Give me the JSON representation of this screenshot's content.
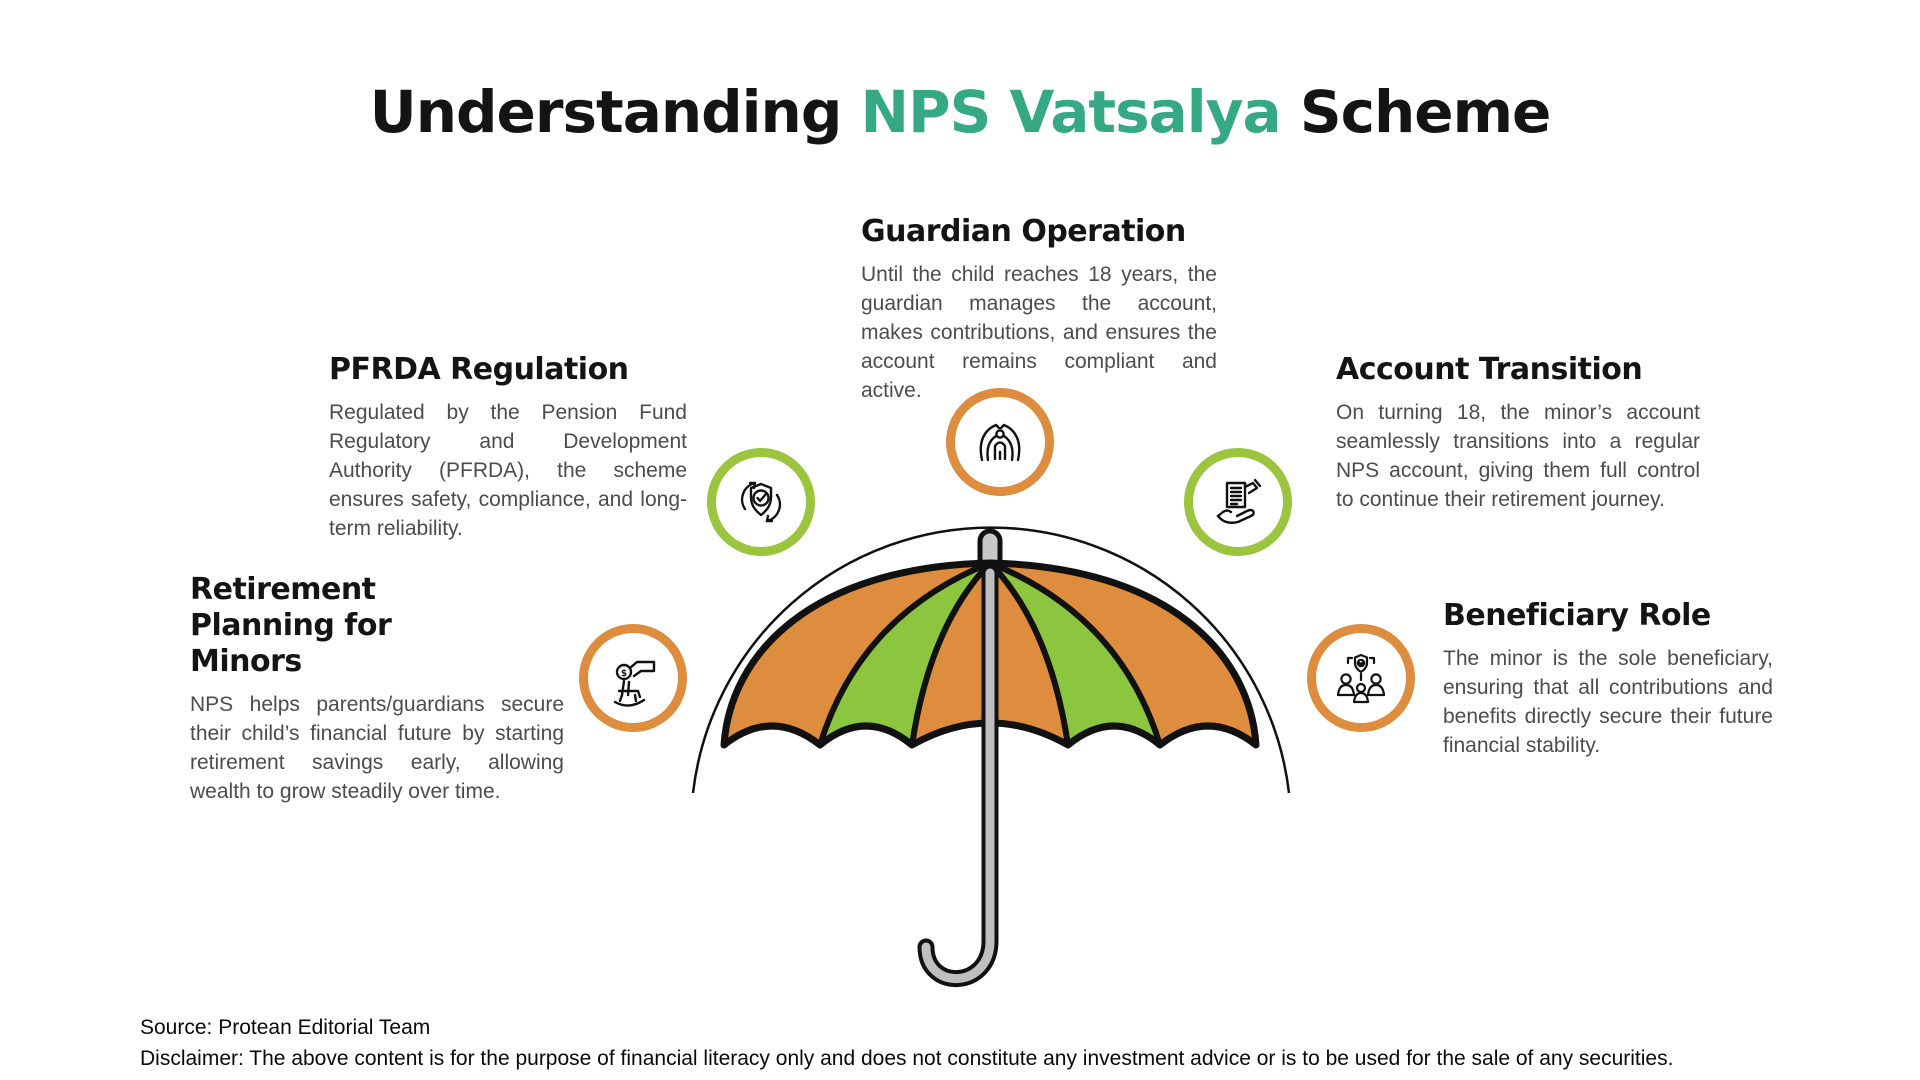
{
  "title": {
    "part1": "Understanding ",
    "highlight": "NPS Vatsalya",
    "part2": " Scheme"
  },
  "sections": [
    {
      "id": "pfrda",
      "heading": "PFRDA Regulation",
      "body": "Regulated by the Pension Fund Regulatory and Development Authority (PFRDA), the scheme ensures safety, compliance, and long-term reliability.",
      "icon": "shield-check-cycle-icon",
      "ring_color": "#9BC43F"
    },
    {
      "id": "guardian",
      "heading": "Guardian Operation",
      "body": "Until the child reaches 18 years, the guardian manages the account, makes contributions, and ensures the account remains compliant and active.",
      "icon": "hands-over-person-icon",
      "ring_color": "#DE8C3E"
    },
    {
      "id": "transition",
      "heading": "Account Transition",
      "body": "On turning 18, the minor’s account seamlessly transitions into a regular NPS account, giving them full control to continue their retirement journey.",
      "icon": "hand-document-icon",
      "ring_color": "#9BC43F"
    },
    {
      "id": "retirement",
      "heading": "Retirement Planning for Minors",
      "body": "NPS helps parents/guardians secure their child’s financial future by starting retirement savings early, allowing wealth to grow steadily over time.",
      "icon": "coin-rocking-chair-icon",
      "ring_color": "#DE8C3E"
    },
    {
      "id": "beneficiary",
      "heading": "Beneficiary Role",
      "body": "The minor is the sole beneficiary, ensuring that all contributions and benefits directly secure their future financial stability.",
      "icon": "family-shield-icon",
      "ring_color": "#DE8C3E"
    }
  ],
  "footer": {
    "source": "Source: Protean Editorial Team",
    "disclaimer": "Disclaimer: The above content is for the purpose of financial literacy only and does not constitute any investment advice or is to be used for the sale of any securities."
  },
  "colors": {
    "title_highlight": "#35A983",
    "umbrella_orange": "#DE8C3E",
    "umbrella_green": "#8CC63E",
    "ring_green": "#9BC43F",
    "ring_orange": "#DE8C3E",
    "heading_text": "#141414",
    "body_text": "#4C4C4C"
  }
}
